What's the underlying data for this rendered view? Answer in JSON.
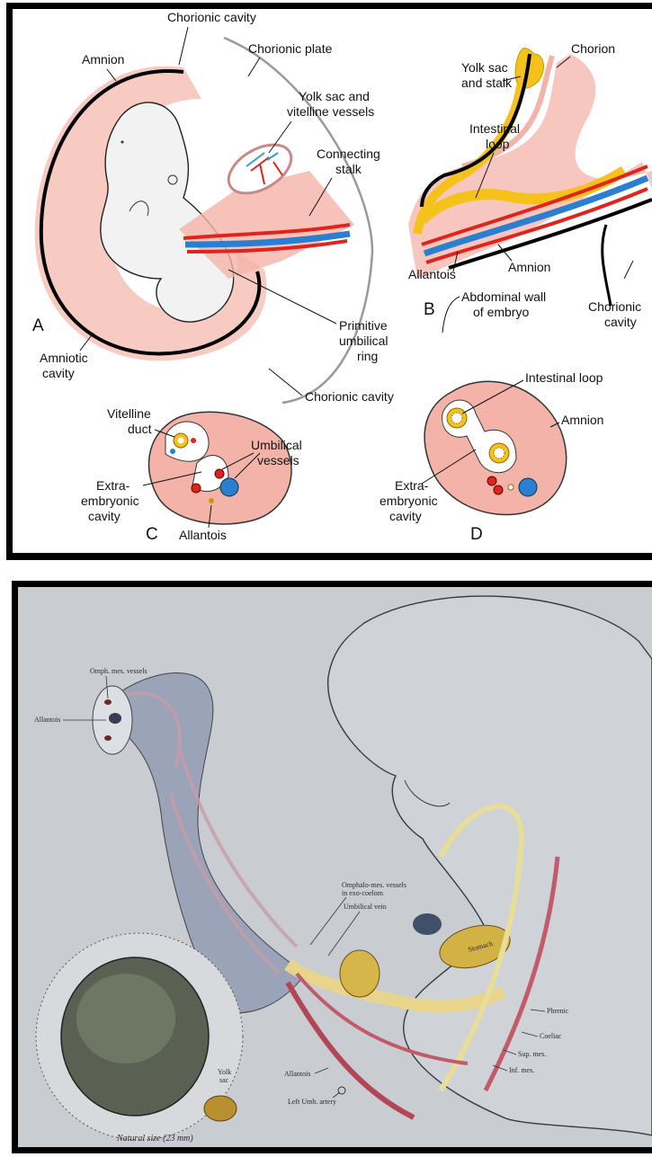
{
  "top_figure": {
    "panels": {
      "a": "A",
      "b": "B",
      "c": "C",
      "d": "D"
    },
    "labels": {
      "chorionic_cavity_top": "Chorionic cavity",
      "amnion": "Amnion",
      "chorionic_plate": "Chorionic plate",
      "yolk_sac_vessels_1": "Yolk sac and",
      "yolk_sac_vessels_2": "vitelline vessels",
      "connecting_stalk_1": "Connecting",
      "connecting_stalk_2": "stalk",
      "amniotic_cavity_1": "Amniotic",
      "amniotic_cavity_2": "cavity",
      "primitive_ring_1": "Primitive",
      "primitive_ring_2": "umbilical",
      "primitive_ring_3": "ring",
      "chorionic_cavity_bottom": "Chorionic cavity",
      "chorion": "Chorion",
      "yolk_sac_stalk_1": "Yolk sac",
      "yolk_sac_stalk_2": "and stalk",
      "intestinal_loop_b_1": "Intestinal",
      "intestinal_loop_b_2": "loop",
      "allantois_b": "Allantois",
      "amnion_b": "Amnion",
      "abdominal_wall_1": "Abdominal wall",
      "abdominal_wall_2": "of embryo",
      "chorionic_cavity_b_1": "Chorionic",
      "chorionic_cavity_b_2": "cavity",
      "vitelline_duct_1": "Vitelline",
      "vitelline_duct_2": "duct",
      "umbilical_vessels_1": "Umbilical",
      "umbilical_vessels_2": "vessels",
      "extra_embryonic_c_1": "Extra-",
      "extra_embryonic_c_2": "embryonic",
      "extra_embryonic_c_3": "cavity",
      "allantois_c": "Allantois",
      "intestinal_loop_d": "Intestinal loop",
      "amnion_d": "Amnion",
      "extra_embryonic_d_1": "Extra-",
      "extra_embryonic_d_2": "embryonic",
      "extra_embryonic_d_3": "cavity"
    }
  },
  "bottom_figure": {
    "labels": {
      "omph_mes_vessels": "Omph. mes. vessels",
      "allantois_top": "Allantois",
      "omphalo_mes_1": "Omphalo-mes. vessels",
      "omphalo_mes_2": "in exo-coelom",
      "umbilical_vein": "Umbilical vein",
      "yolk_sac_1": "Yolk",
      "yolk_sac_2": "sac",
      "allantois_bottom": "Allantois",
      "left_umb_artery": "Left Umb. artery",
      "phrenic": "Phrenic",
      "coeliac": "Coeliac",
      "sup_mes": "Sup. mes.",
      "inf_mes": "Inf. mes.",
      "stomach": "Stomach",
      "natural_size": "Natural size (23 mm)"
    }
  },
  "colors": {
    "pink_tissue": "#f4b3a8",
    "artery_red": "#e0241b",
    "vein_blue": "#2a7fd1",
    "yolk_yellow": "#f5c21b",
    "bottom_bg": "#c9cdd2"
  }
}
